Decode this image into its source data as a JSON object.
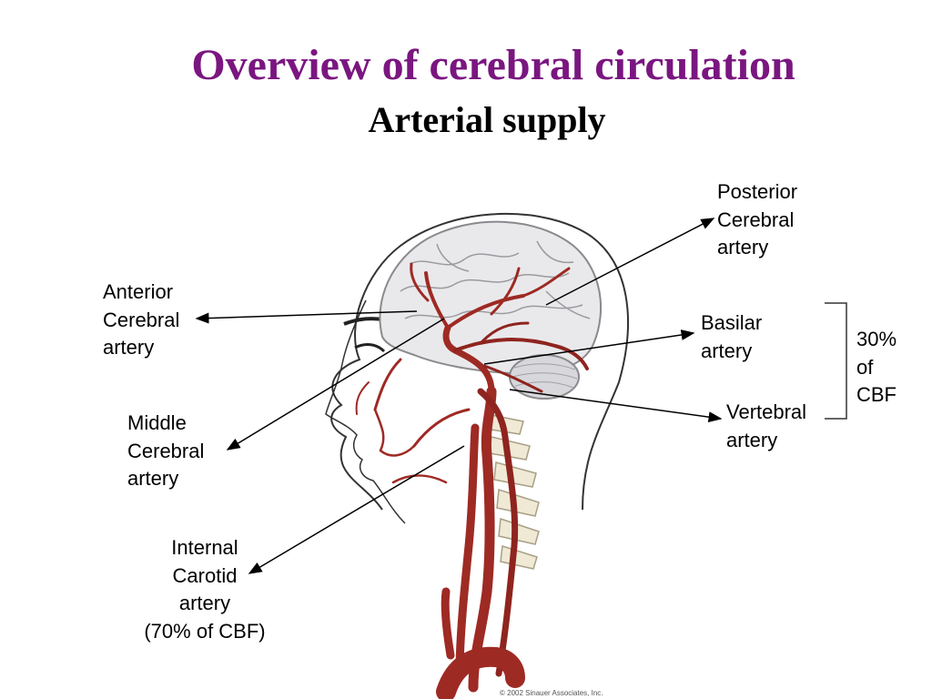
{
  "title": "Overview of cerebral circulation",
  "subtitle": "Arterial supply",
  "labels": {
    "posterior_cerebral": [
      "Posterior",
      "Cerebral",
      "artery"
    ],
    "anterior_cerebral": [
      "Anterior",
      "Cerebral",
      "artery"
    ],
    "basilar": [
      "Basilar",
      "artery"
    ],
    "middle_cerebral": [
      "Middle",
      "Cerebral",
      "artery"
    ],
    "vertebral": [
      "Vertebral",
      "artery"
    ],
    "internal_carotid": [
      "Internal",
      "Carotid",
      "artery",
      "(70% of CBF)"
    ]
  },
  "cbf_note": [
    "30%",
    "of",
    "CBF"
  ],
  "copyright": "© 2002 Sinauer Associates, Inc.",
  "colors": {
    "title": "#7a1680",
    "artery": "#9e2a24",
    "artery_dark": "#6e1a16",
    "brain": "#e9e9eb",
    "vertebrae": "#efe9d6"
  }
}
